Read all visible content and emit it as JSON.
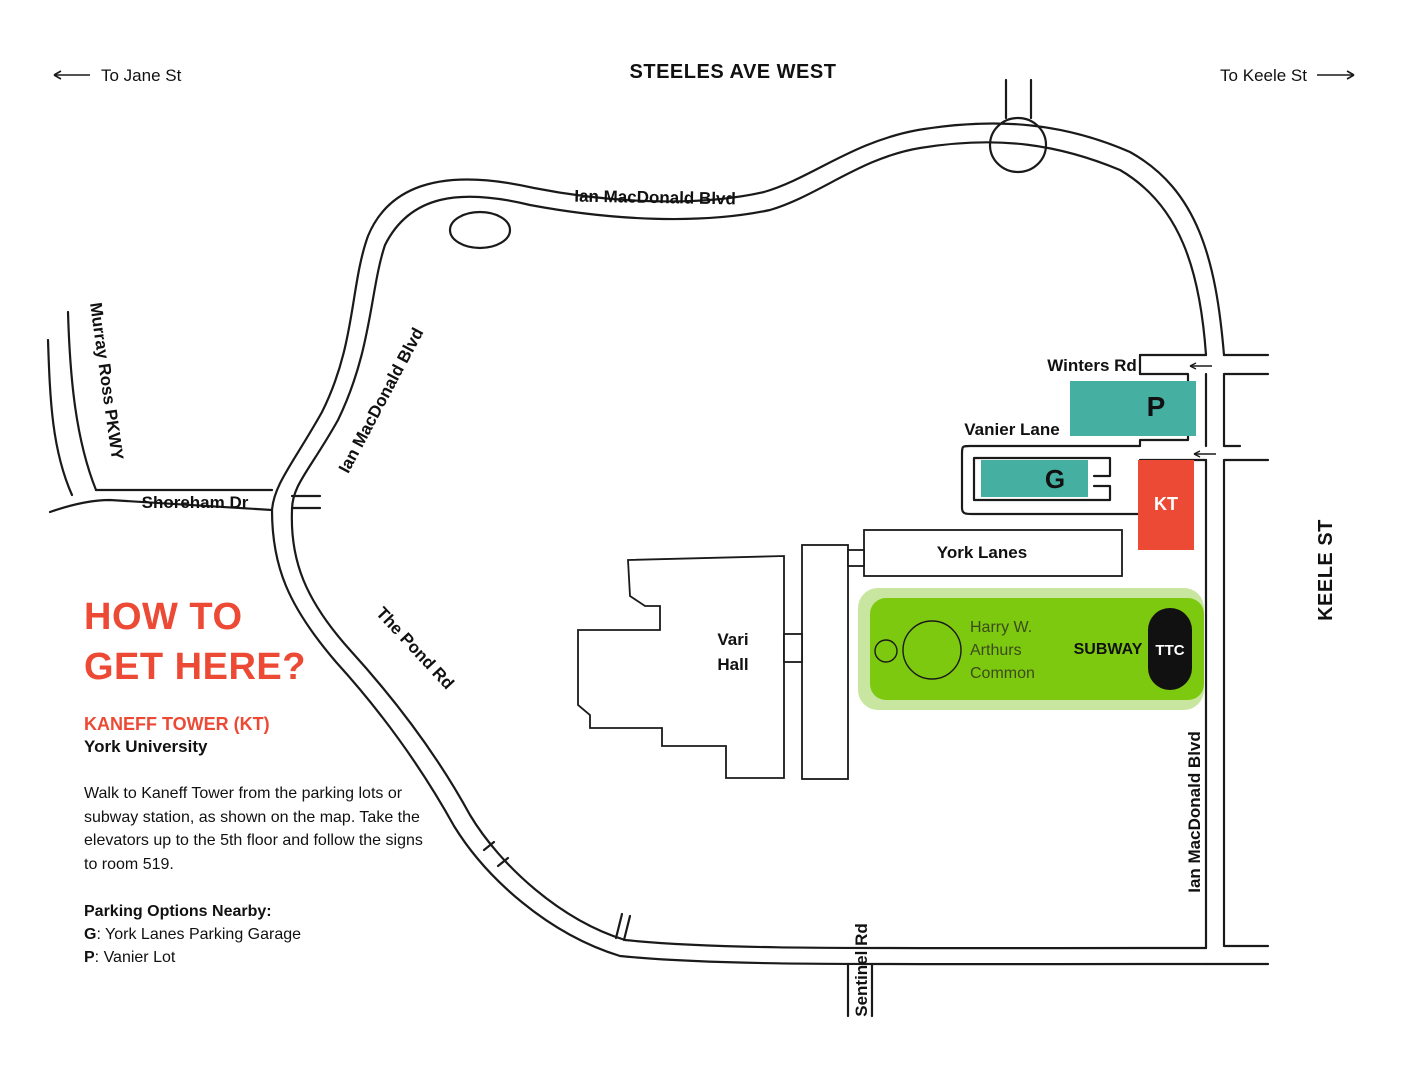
{
  "directions": {
    "left": "To Jane St",
    "right": "To Keele St"
  },
  "roads": {
    "steeles": "STEELES AVE WEST",
    "ian_top": "Ian MacDonald Blvd",
    "ian_left": "Ian MacDonald Blvd",
    "ian_right": "Ian MacDonald Blvd",
    "murray": "Murray Ross PKWY",
    "shoreham": "Shoreham Dr",
    "pond": "The Pond Rd",
    "sentinel": "Sentinel Rd",
    "keele": "KEELE ST",
    "winters": "Winters Rd",
    "vanier_lane": "Vanier Lane"
  },
  "buildings": {
    "vari_line1": "Vari",
    "vari_line2": "Hall",
    "york_lanes": "York Lanes",
    "kt": "KT",
    "parking_p": "P",
    "parking_g": "G",
    "common_line1": "Harry W.",
    "common_line2": "Arthurs",
    "common_line3": "Common",
    "subway": "SUBWAY",
    "ttc": "TTC"
  },
  "panel": {
    "headline_1": "HOW TO",
    "headline_2": "GET HERE?",
    "building": "KANEFF TOWER (KT)",
    "university": "York University",
    "description": "Walk to Kaneff Tower from the parking lots or subway station, as shown on the map. Take the elevators up to the 5th floor and follow the signs to room 519.",
    "parking_heading": "Parking Options Nearby:",
    "options": [
      {
        "code": "G",
        "text": ": York Lanes Parking Garage"
      },
      {
        "code": "P",
        "text": ": Vanier Lot"
      }
    ]
  },
  "colors": {
    "accent_red": "#ec4a35",
    "parking_teal": "#45b0a2",
    "green_common": "#7dc90f",
    "green_border": "#c8e6a0",
    "ttc_black": "#111111"
  }
}
